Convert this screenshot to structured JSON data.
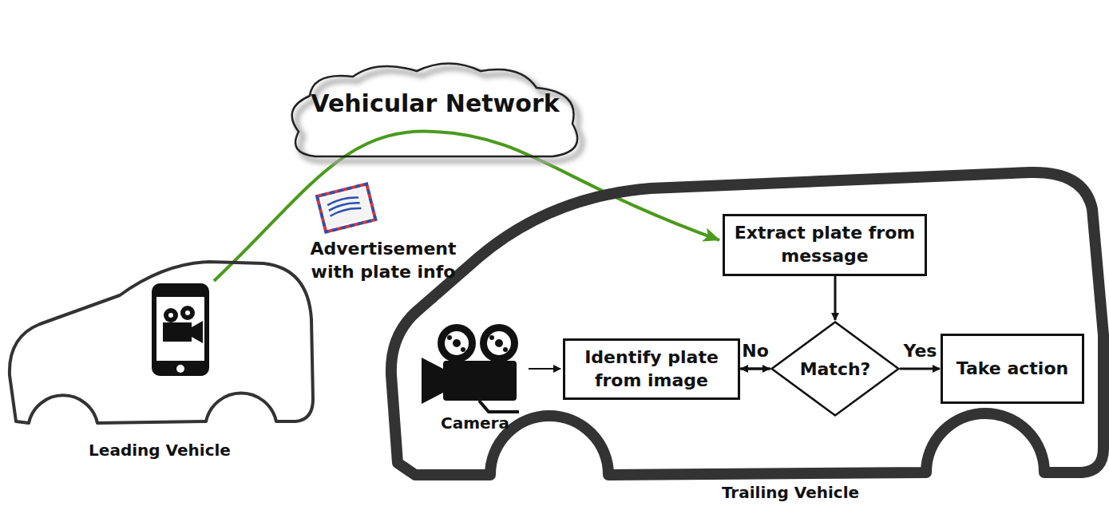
{
  "diagram": {
    "nodes": [
      {
        "text": [
          "Leading Vehicle"
        ]
      },
      {
        "text": [
          "Vehicular Network"
        ]
      },
      {
        "text": [
          "Trailing Vehicle"
        ]
      },
      {
        "text": [
          "Extract plate from message"
        ],
        "in": 2
      },
      {
        "text": [
          "Identify plate from image"
        ],
        "in": 2
      },
      {
        "text": [
          "Match?"
        ],
        "in": 2
      },
      {
        "text": [
          "Take action"
        ],
        "in": 2
      }
    ],
    "edges": [
      {
        "from": 0,
        "to": 3,
        "arrow": "to",
        "label": "Advertisement with plate info"
      },
      {
        "from": 3,
        "to": 5,
        "arrow": "to"
      },
      {
        "from": 4,
        "to": 5,
        "arrow": "to"
      },
      {
        "from": 5,
        "to": 6,
        "arrow": "to",
        "label": "Yes"
      },
      {
        "from": 5,
        "to": 4,
        "arrow": "to",
        "label": "No"
      }
    ],
    "labels": [
      "Camera"
    ]
  }
}
